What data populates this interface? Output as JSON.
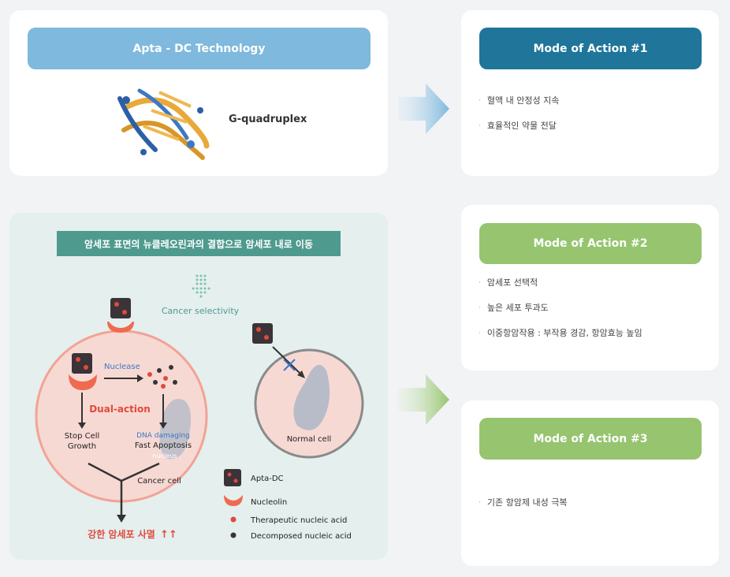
{
  "top_card": {
    "header": "Apta - DC Technology",
    "molecule_label": "G-quadruplex"
  },
  "modes": [
    {
      "header": "Mode of Action #1",
      "color": "#1f759a",
      "bullets": [
        "혈액 내 안정성 지속",
        "효율적인 약물 전달"
      ]
    },
    {
      "header": "Mode of Action #2",
      "color": "#96c46f",
      "bullets": [
        "암세포 선택적",
        "높은 세포 투과도",
        "이중항암작용 : 부작용 경감, 항암효능 높임"
      ]
    },
    {
      "header": "Mode of Action #3",
      "color": "#96c46f",
      "bullets": [
        "기존 항암제 내성 극복"
      ]
    }
  ],
  "diagram": {
    "banner": "암세포 표면의 뉴클레오린과의 결합으로 암세포 내로 이동",
    "cancer_selectivity": "Cancer selectivity",
    "nuclease": "Nuclease",
    "dual_action": "Dual-action",
    "stop_cell_growth_1": "Stop Cell",
    "stop_cell_growth_2": "Growth",
    "dna_damaging": "DNA damaging",
    "fast_apoptosis": "Fast Apoptosis",
    "nucleus": "nucleus",
    "cancer_cell": "Cancer cell",
    "normal_cell": "Normal cell",
    "result_text": "강한 암세포 사멸",
    "result_arrows": "↑↑",
    "legend": {
      "apta_dc": "Apta-DC",
      "nucleolin": "Nucleolin",
      "therapeutic": "Therapeutic nucleic acid",
      "decomposed": "Decomposed nucleic acid"
    }
  },
  "colors": {
    "page_bg": "#f1f3f5",
    "light_blue_header": "#7fb9dd",
    "teal_banner": "#4e9a8e",
    "diagram_bg": "#e4efee",
    "cancer_cell_fill": "#f7d9d4",
    "cancer_cell_border": "#f2a395",
    "red_text": "#e04a3c",
    "nucleolin": "#f06a4f"
  }
}
